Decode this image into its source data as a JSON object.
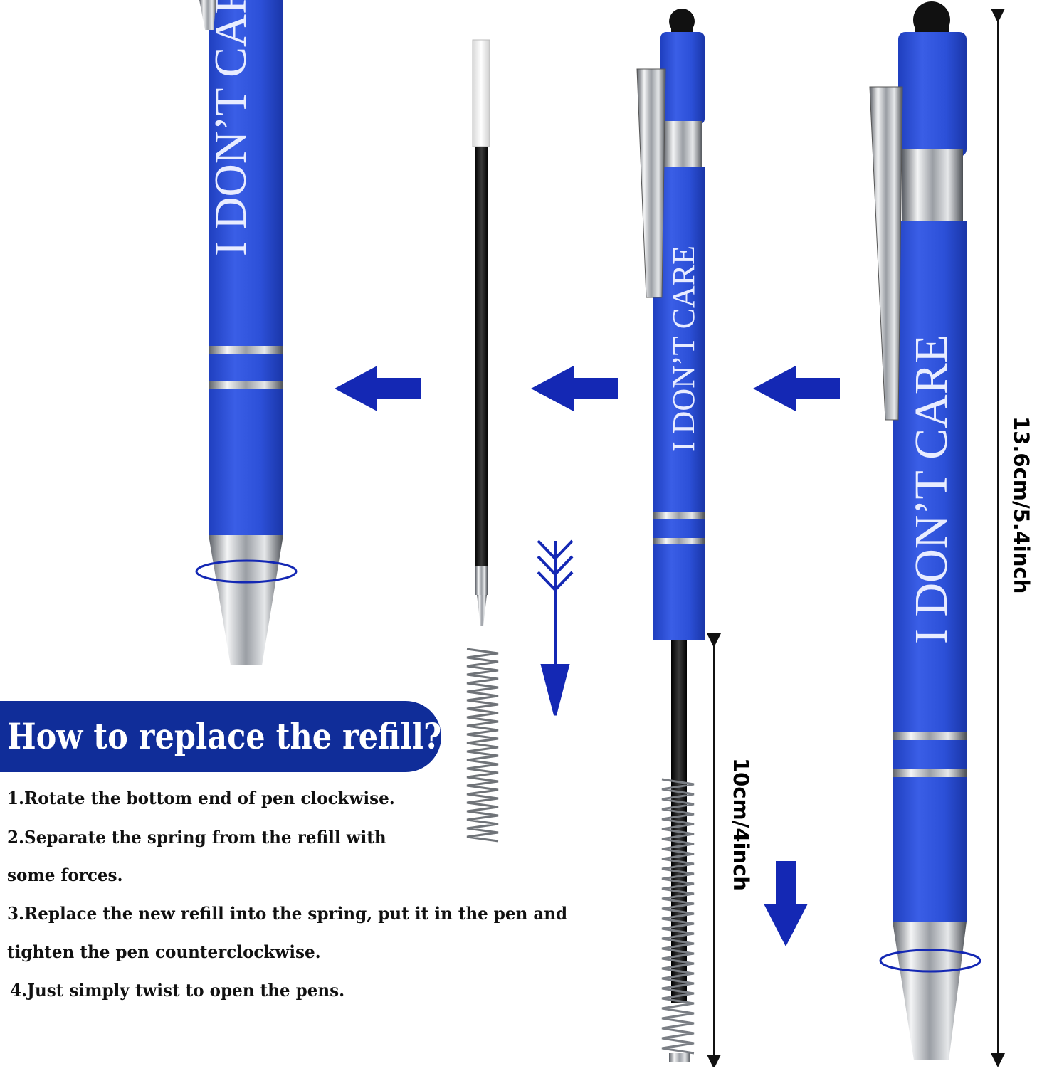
{
  "pen_text": "I DON’T CARE",
  "title": "How to replace the refill?",
  "steps": [
    "1.Rotate the bottom end of pen clockwise.",
    "2.Separate the spring from the refill with",
    "some forces.",
    "3.Replace the new refill into the spring, put it in the pen and",
    "tighten the pen counterclockwise.",
    "4.Just simply twist to open the pens."
  ],
  "dimensions": {
    "pen_length": "13.6cm/5.4inch",
    "refill_length": "10cm/4inch"
  },
  "colors": {
    "pen_body": "#2c50d8",
    "banner": "#102d99",
    "arrow": "#1428b4",
    "chrome": "#c7c9cc"
  }
}
